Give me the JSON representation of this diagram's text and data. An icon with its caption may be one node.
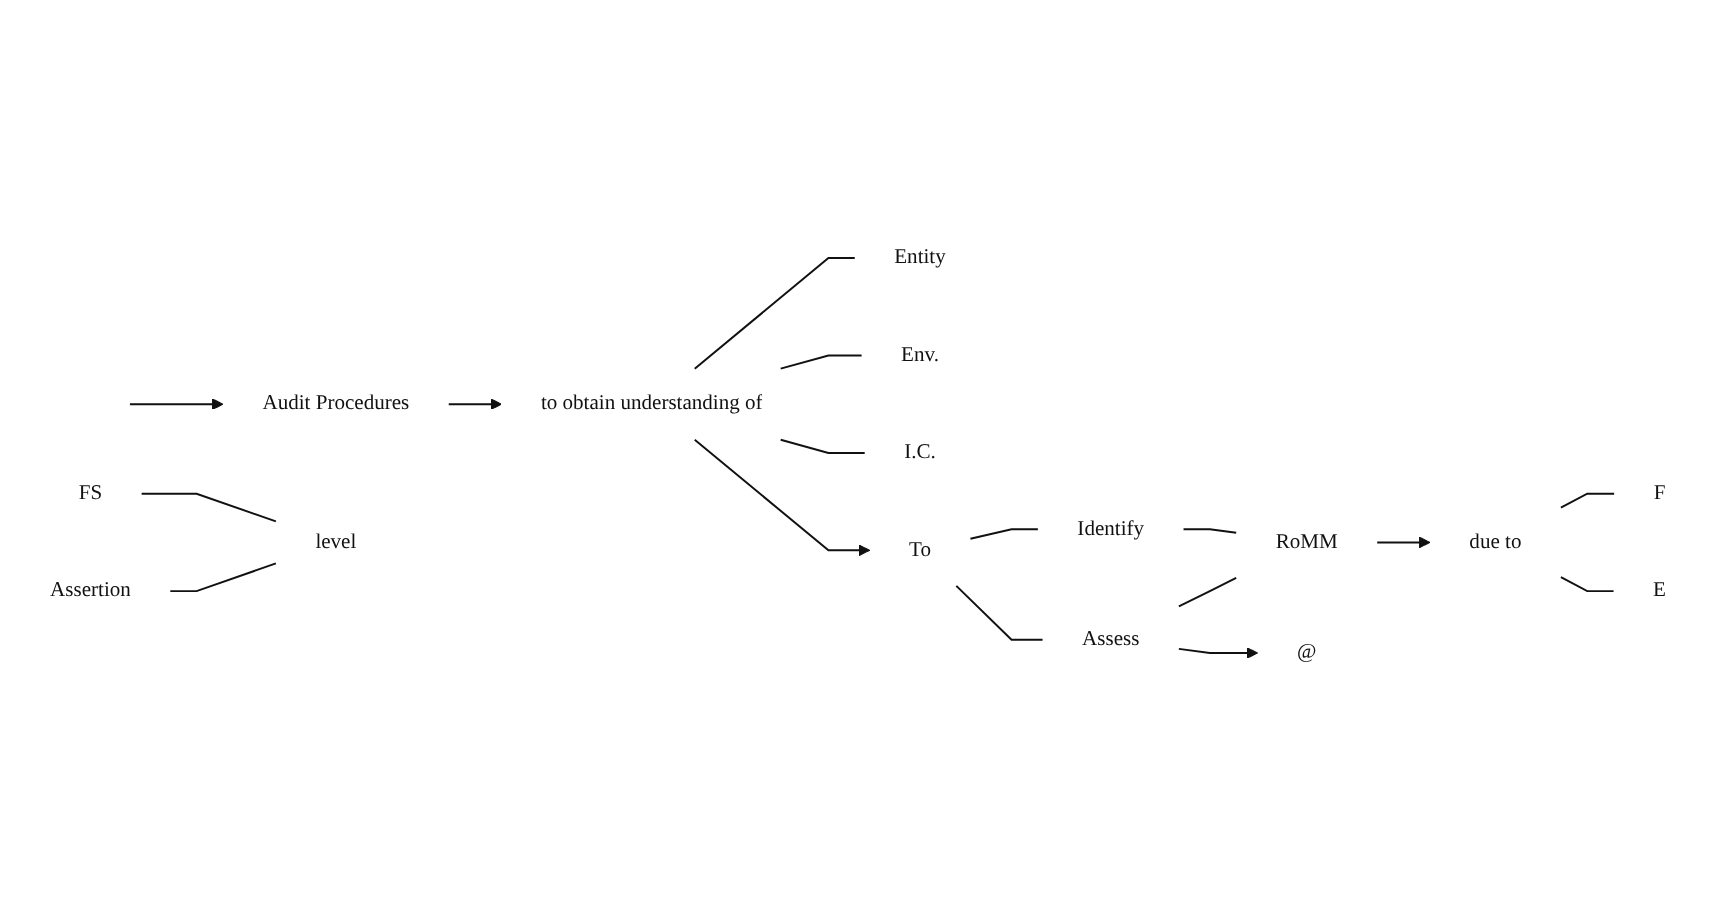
{
  "diagram": {
    "nodes": [
      {
        "text": [
          "Audit Procedures"
        ]
      },
      {
        "text": [
          "to obtain understanding of"
        ]
      },
      {
        "text": [
          "Entity"
        ]
      },
      {
        "text": [
          "Env."
        ]
      },
      {
        "text": [
          "I.C."
        ]
      },
      {
        "text": [
          "To"
        ]
      },
      {
        "text": [
          "Identify"
        ]
      },
      {
        "text": [
          "Assess"
        ]
      },
      {
        "text": [
          "RoMM"
        ]
      },
      {
        "text": [
          "due to"
        ]
      },
      {
        "text": [
          "F"
        ]
      },
      {
        "text": [
          "E"
        ]
      },
      {
        "text": [
          "@"
        ]
      },
      {
        "text": [
          "FS"
        ]
      },
      {
        "text": [
          "Assertion"
        ]
      },
      {
        "text": [
          "level"
        ]
      }
    ],
    "edges": [
      {
        "from": null,
        "to": 0,
        "arrow": "to"
      },
      {
        "from": 0,
        "to": 1,
        "arrow": "to"
      },
      {
        "from": 1,
        "to": 2,
        "arrow": "none"
      },
      {
        "from": 1,
        "to": 3,
        "arrow": "none"
      },
      {
        "from": 1,
        "to": 4,
        "arrow": "none"
      },
      {
        "from": 1,
        "to": 5,
        "arrow": "to"
      },
      {
        "from": 5,
        "to": 6,
        "arrow": "none"
      },
      {
        "from": 5,
        "to": 7,
        "arrow": "none"
      },
      {
        "from": 6,
        "to": 8,
        "arrow": "none"
      },
      {
        "from": 7,
        "to": 8,
        "arrow": "none"
      },
      {
        "from": 8,
        "to": 9,
        "arrow": "to"
      },
      {
        "from": 9,
        "to": 10,
        "arrow": "none"
      },
      {
        "from": 9,
        "to": 11,
        "arrow": "none"
      },
      {
        "from": 7,
        "to": 12,
        "arrow": "to"
      },
      {
        "from": 13,
        "to": 15,
        "arrow": "none"
      },
      {
        "from": 14,
        "to": 15,
        "arrow": "none"
      }
    ]
  }
}
